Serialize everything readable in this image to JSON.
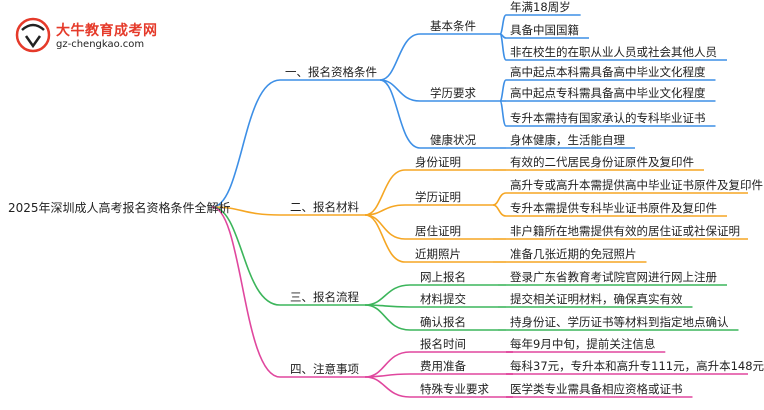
{
  "logo": {
    "title": "大牛教育成考网",
    "url": "gz-chengkao.com",
    "mark_text": "大牛"
  },
  "root": "2025年深圳成人高考报名资格条件全解析",
  "colors": {
    "blue": "#3d8fe6",
    "orange": "#f5a623",
    "green": "#3cb55b",
    "magenta": "#e0479e"
  },
  "branches": [
    {
      "label": "一、报名资格条件",
      "color": "blue",
      "groups": [
        {
          "label": "基本条件",
          "leaves": [
            "年满18周岁",
            "具备中国国籍",
            "非在校生的在职从业人员或社会其他人员"
          ]
        },
        {
          "label": "学历要求",
          "leaves": [
            "高中起点本科需具备高中毕业文化程度",
            "高中起点专科需具备高中毕业文化程度",
            "专升本需持有国家承认的专科毕业证书"
          ]
        },
        {
          "label": "健康状况",
          "leaves": [
            "身体健康，生活能自理"
          ]
        }
      ]
    },
    {
      "label": "二、报名材料",
      "color": "orange",
      "groups": [
        {
          "label": "身份证明",
          "leaves": [
            "有效的二代居民身份证原件及复印件"
          ]
        },
        {
          "label": "学历证明",
          "leaves": [
            "高升专或高升本需提供高中毕业证书原件及复印件",
            "专升本需提供专科毕业证书原件及复印件"
          ]
        },
        {
          "label": "居住证明",
          "leaves": [
            "非户籍所在地需提供有效的居住证或社保证明"
          ]
        },
        {
          "label": "近期照片",
          "leaves": [
            "准备几张近期的免冠照片"
          ]
        }
      ]
    },
    {
      "label": "三、报名流程",
      "color": "green",
      "groups": [
        {
          "label": "网上报名",
          "leaves": [
            "登录广东省教育考试院官网进行网上注册"
          ]
        },
        {
          "label": "材料提交",
          "leaves": [
            "提交相关证明材料，确保真实有效"
          ]
        },
        {
          "label": "确认报名",
          "leaves": [
            "持身份证、学历证书等材料到指定地点确认"
          ]
        }
      ]
    },
    {
      "label": "四、注意事项",
      "color": "magenta",
      "groups": [
        {
          "label": "报名时间",
          "leaves": [
            "每年9月中旬，提前关注信息"
          ]
        },
        {
          "label": "费用准备",
          "leaves": [
            "每科37元，专升本和高升专111元，高升本148元"
          ]
        },
        {
          "label": "特殊专业要求",
          "leaves": [
            "医学类专业需具备相应资格或证书"
          ]
        }
      ]
    }
  ]
}
